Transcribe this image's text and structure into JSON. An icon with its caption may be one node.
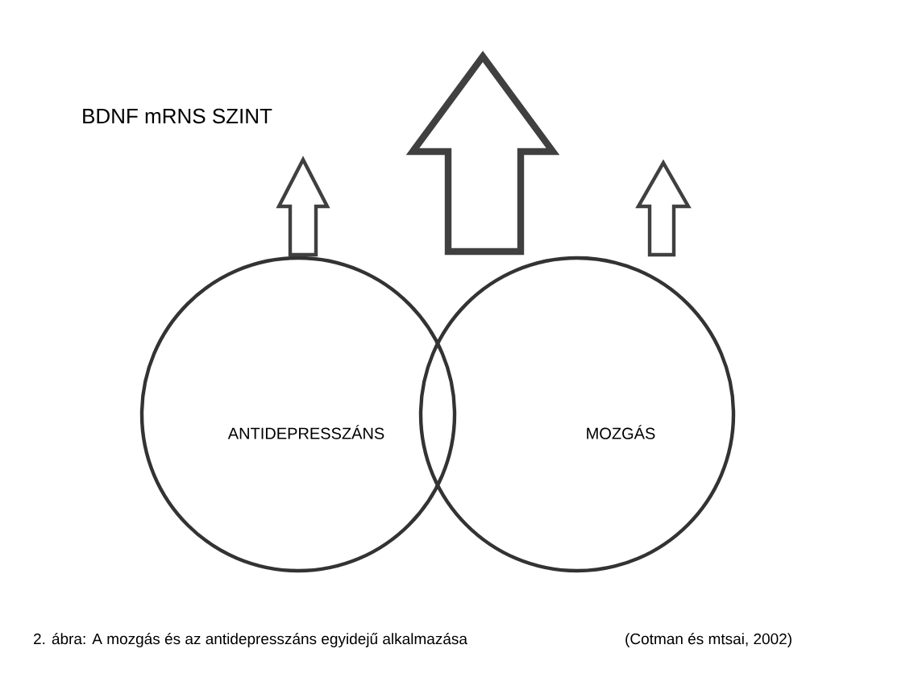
{
  "diagram": {
    "title": "BDNF mRNS SZINT",
    "nodes": [
      {
        "text": [
          "ANTIDEPRESSZÁNS"
        ]
      },
      {
        "text": [
          "MOZGÁS"
        ]
      }
    ],
    "edges": [],
    "caption": "2. ábra: A mozgás és az antidepresszáns egyidejű alkalmazása",
    "labels": [
      "(Cotman és mtsai, 2002)"
    ]
  }
}
